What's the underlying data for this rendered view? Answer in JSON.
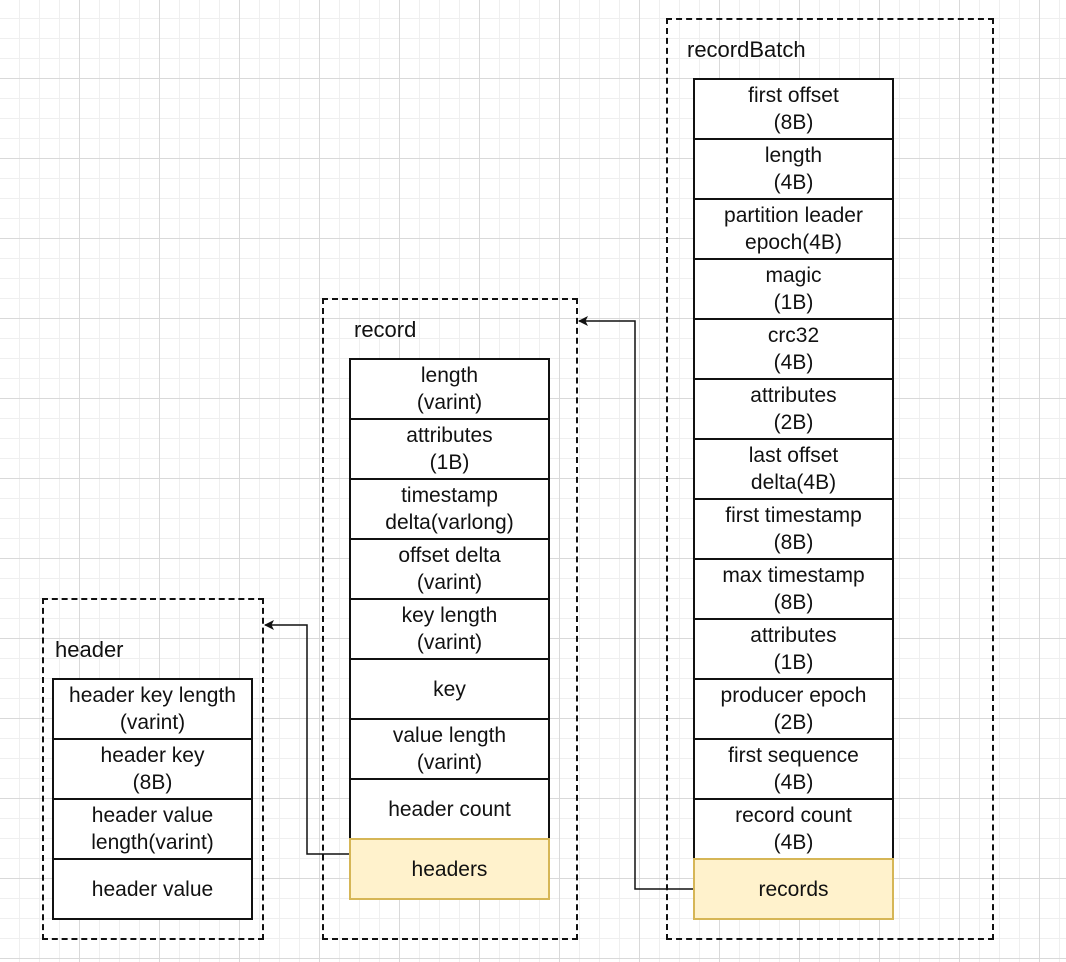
{
  "groups": {
    "recordBatch": {
      "title": "recordBatch",
      "cells": [
        {
          "line1": "first offset",
          "line2": "(8B)"
        },
        {
          "line1": "length",
          "line2": "(4B)"
        },
        {
          "line1": "partition leader",
          "line2": "epoch(4B)"
        },
        {
          "line1": "magic",
          "line2": "(1B)"
        },
        {
          "line1": "crc32",
          "line2": "(4B)"
        },
        {
          "line1": "attributes",
          "line2": "(2B)"
        },
        {
          "line1": "last offset",
          "line2": "delta(4B)"
        },
        {
          "line1": "first timestamp",
          "line2": "(8B)"
        },
        {
          "line1": "max timestamp",
          "line2": "(8B)"
        },
        {
          "line1": "attributes",
          "line2": "(1B)"
        },
        {
          "line1": "producer epoch",
          "line2": "(2B)"
        },
        {
          "line1": "first sequence",
          "line2": "(4B)"
        },
        {
          "line1": "record count",
          "line2": "(4B)"
        },
        {
          "line1": "records",
          "line2": ""
        }
      ]
    },
    "record": {
      "title": "record",
      "cells": [
        {
          "line1": "length",
          "line2": "(varint)"
        },
        {
          "line1": "attributes",
          "line2": "(1B)"
        },
        {
          "line1": "timestamp",
          "line2": "delta(varlong)"
        },
        {
          "line1": "offset delta",
          "line2": "(varint)"
        },
        {
          "line1": "key length",
          "line2": "(varint)"
        },
        {
          "line1": "key",
          "line2": ""
        },
        {
          "line1": "value length",
          "line2": "(varint)"
        },
        {
          "line1": "header count",
          "line2": ""
        },
        {
          "line1": "headers",
          "line2": ""
        }
      ]
    },
    "header": {
      "title": "header",
      "cells": [
        {
          "line1": "header key length",
          "line2": "(varint)"
        },
        {
          "line1": "header key",
          "line2": "(8B)"
        },
        {
          "line1": "header value",
          "line2": "length(varint)"
        },
        {
          "line1": "header value",
          "line2": ""
        }
      ]
    }
  },
  "colors": {
    "highlight_fill": "#fff2cc",
    "highlight_stroke": "#d6b656",
    "line": "#111111"
  }
}
